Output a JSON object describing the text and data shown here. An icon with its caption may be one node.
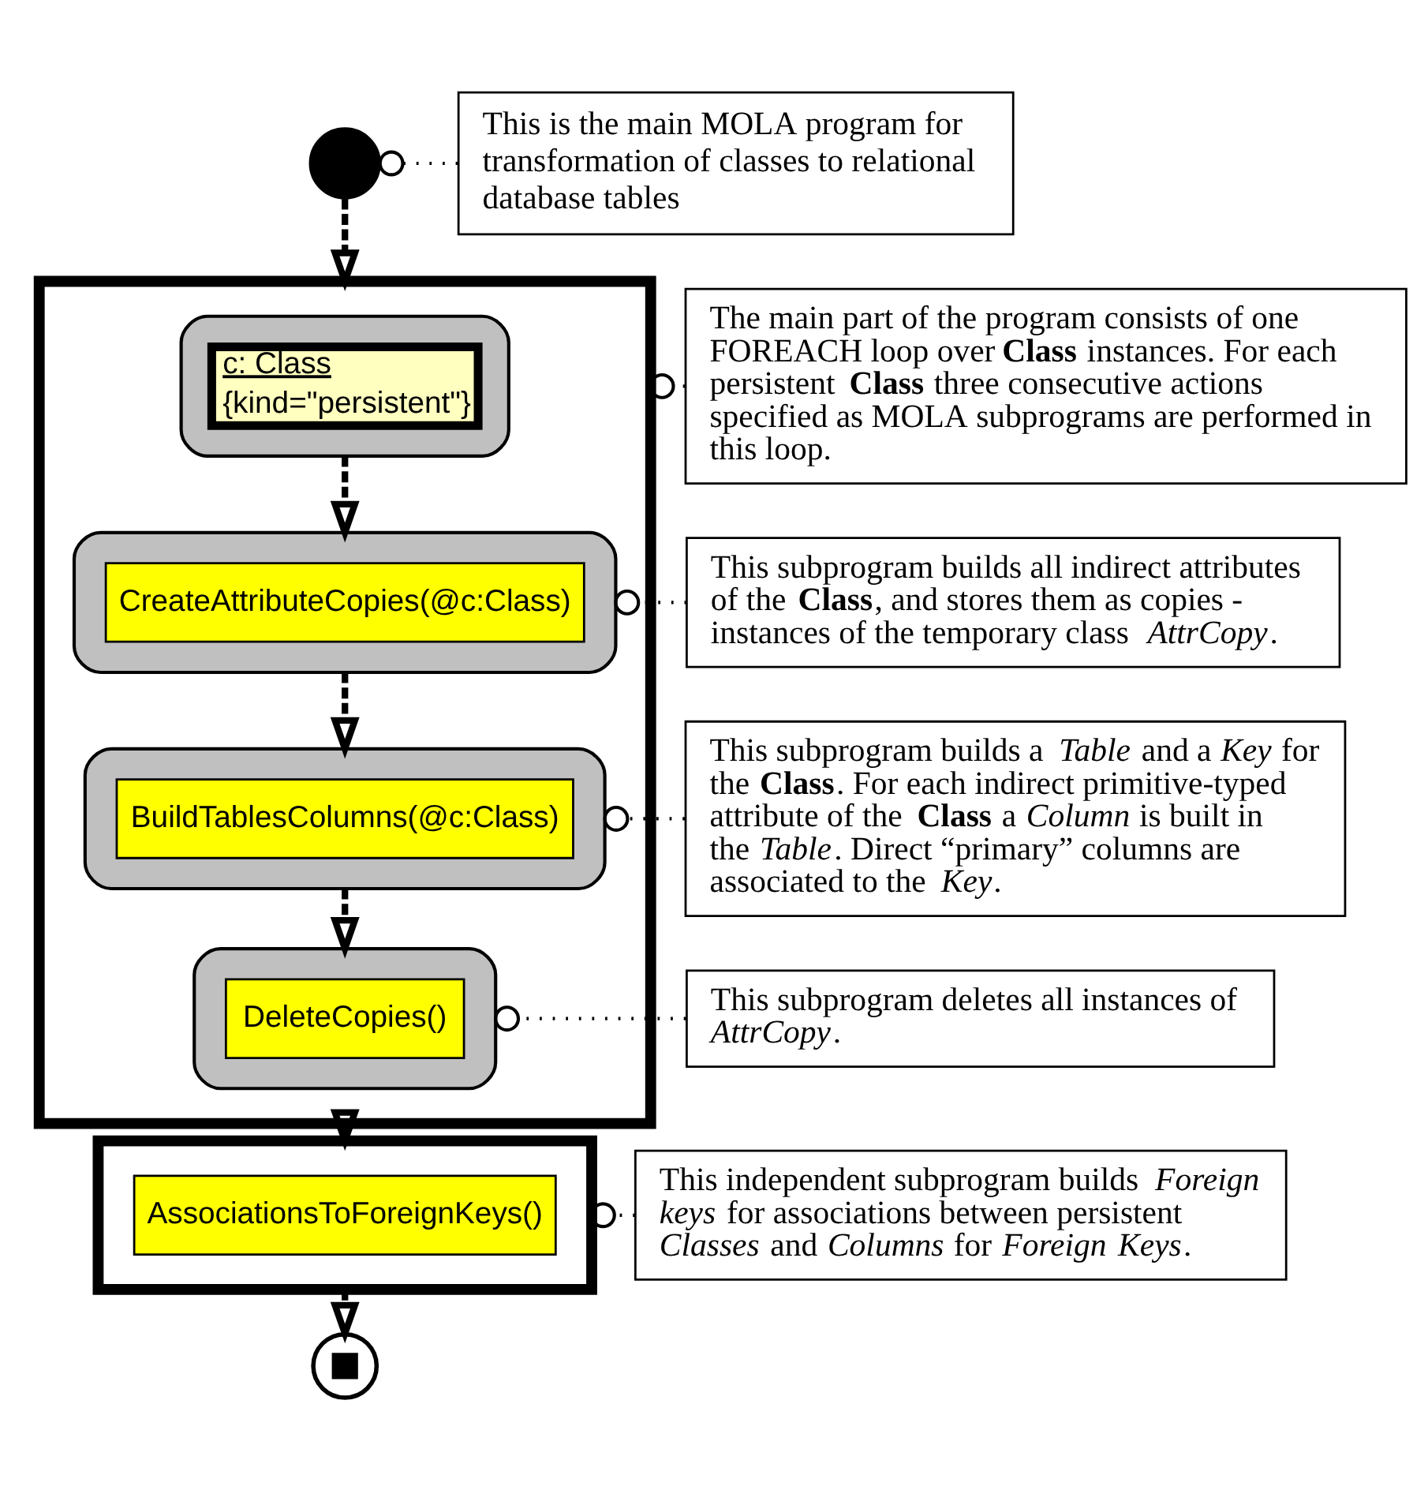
{
  "diagram": {
    "nodes": [
      {
        "text": [],
        "shape": "circle"
      },
      {
        "text": [
          "This is the main MOLA program for transformation of classes to relational database tables"
        ]
      },
      {
        "text": [],
        "shape": "box"
      },
      {
        "text": [],
        "shape": "box",
        "in": 2
      },
      {
        "text": [
          "c: Class",
          "{kind=\"persistent\"}"
        ],
        "in": 3
      },
      {
        "text": [
          "The main part of the program consists of one FOREACH loop over **Class** instances. For each persistent **Class** three consecutive actions specified as MOLA subprograms are performed in this loop."
        ]
      },
      {
        "text": [],
        "shape": "box",
        "in": 2
      },
      {
        "text": [
          "CreateAttributeCopies(@c:Class)"
        ],
        "in": 6
      },
      {
        "text": [
          "This subprogram builds all indirect attributes of the **Class**, and stores them as copies - instances of the temporary class *AttrCopy*."
        ]
      },
      {
        "text": [],
        "shape": "box",
        "in": 2
      },
      {
        "text": [
          "BuildTablesColumns(@c:Class)"
        ],
        "in": 9
      },
      {
        "text": [
          "This subprogram builds a *Table* and a *Key* for the **Class**. For each indirect primitive-typed attribute of the **Class** a *Column* is built in the *Table*. Direct “primary” columns are associated to the *Key*."
        ]
      },
      {
        "text": [],
        "shape": "box",
        "in": 2
      },
      {
        "text": [
          "DeleteCopies()"
        ],
        "in": 12
      },
      {
        "text": [
          "This subprogram deletes all instances of *AttrCopy*."
        ]
      },
      {
        "text": [],
        "shape": "box"
      },
      {
        "text": [
          "AssociationsToForeignKeys()"
        ],
        "in": 15
      },
      {
        "text": [
          "This independent subprogram builds *Foreign keys* for associations between persistent *Classes* and *Columns* for *Foreign Keys*."
        ]
      },
      {
        "text": [],
        "shape": "circle"
      }
    ],
    "edges": [
      {
        "from": 0,
        "to": 2,
        "arrow": "to",
        "style": "dashed"
      },
      {
        "from": 3,
        "to": 6,
        "arrow": "to",
        "style": "dashed"
      },
      {
        "from": 6,
        "to": 9,
        "arrow": "to",
        "style": "dashed"
      },
      {
        "from": 9,
        "to": 12,
        "arrow": "to",
        "style": "dashed"
      },
      {
        "from": 2,
        "to": 15,
        "arrow": "to",
        "style": "dashed"
      },
      {
        "from": 15,
        "to": 18,
        "arrow": "to",
        "style": "dashed"
      },
      {
        "from": 1,
        "to": 0,
        "arrow": "other"
      },
      {
        "from": 5,
        "to": 2,
        "arrow": "other"
      },
      {
        "from": 8,
        "to": 6,
        "arrow": "other"
      },
      {
        "from": 11,
        "to": 9,
        "arrow": "other"
      },
      {
        "from": 14,
        "to": 12,
        "arrow": "other"
      },
      {
        "from": 17,
        "to": 15,
        "arrow": "other"
      }
    ]
  }
}
